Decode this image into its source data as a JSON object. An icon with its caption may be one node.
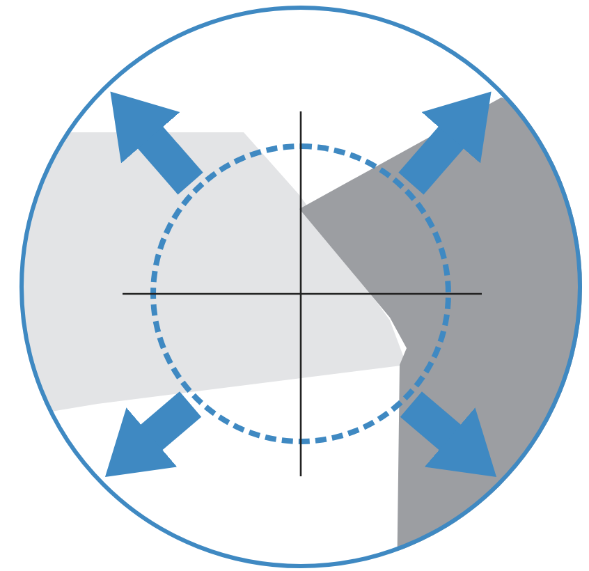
{
  "diagram": {
    "nodes": [
      {
        "text": [],
        "shape": "circle"
      },
      {
        "text": [],
        "shape": "circle",
        "in": 0
      }
    ],
    "edges": [
      {
        "from": 1,
        "to": 0,
        "arrow": "to"
      },
      {
        "from": 1,
        "to": 0,
        "arrow": "to"
      },
      {
        "from": 1,
        "to": 0,
        "arrow": "to"
      },
      {
        "from": 1,
        "to": 0,
        "arrow": "to"
      }
    ]
  }
}
